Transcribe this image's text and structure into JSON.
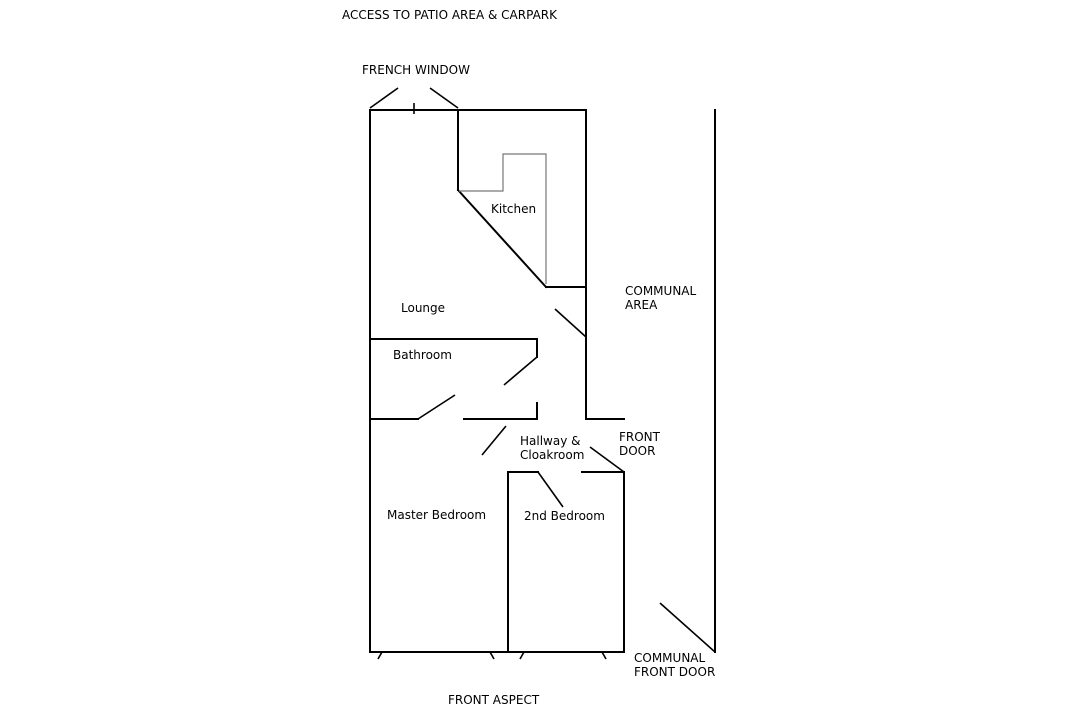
{
  "labels": {
    "access": "ACCESS TO PATIO AREA & CARPARK",
    "french_window": "FRENCH WINDOW",
    "kitchen": "Kitchen",
    "lounge": "Lounge",
    "communal_area": "COMMUNAL\nAREA",
    "bathroom": "Bathroom",
    "hallway": "Hallway &\nCloakroom",
    "front_door": "FRONT\nDOOR",
    "master_bedroom": "Master Bedroom",
    "second_bedroom": "2nd Bedroom",
    "communal_front_door": "COMMUNAL\nFRONT DOOR",
    "front_aspect": "FRONT ASPECT"
  }
}
